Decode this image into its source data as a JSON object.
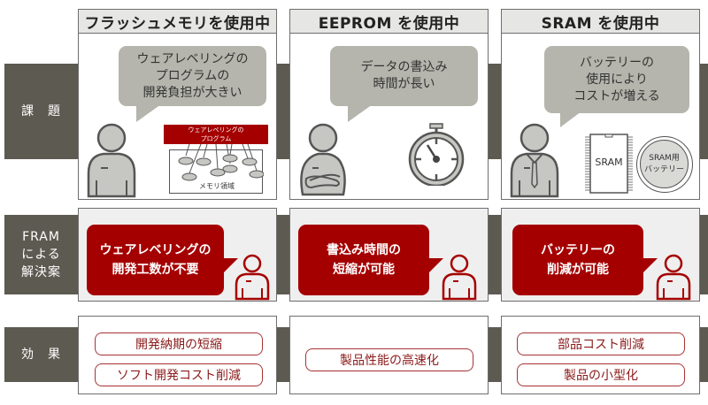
{
  "row_labels": {
    "issues": "課　題",
    "solution": "FRAM\nによる\n解決案",
    "effects": "効　果"
  },
  "columns": [
    {
      "header": "フラッシュメモリを使用中",
      "issue_bubble": "ウェアレベリングの\nプログラムの\n開発負担が大きい",
      "diagram": {
        "program_label_line1": "ウェアレベリングの",
        "program_label_line2": "プログラム",
        "memory_label": "メモリ領域"
      },
      "solution_bubble": "ウェアレベリングの\n開発工数が不要",
      "effects": [
        "開発納期の短縮",
        "ソフト開発コスト削減"
      ]
    },
    {
      "header": "EEPROM を使用中",
      "issue_bubble": "データの書込み\n時間が長い",
      "diagram": {
        "icon": "stopwatch-icon"
      },
      "solution_bubble": "書込み時間の\n短縮が可能",
      "effects": [
        "製品性能の高速化"
      ]
    },
    {
      "header": "SRAM を使用中",
      "issue_bubble": "バッテリーの\n使用により\nコストが増える",
      "diagram": {
        "chip_label": "SRAM",
        "battery_label_line1": "SRAM用",
        "battery_label_line2": "バッテリー"
      },
      "solution_bubble": "バッテリーの\n削減が可能",
      "effects": [
        "部品コスト削減",
        "製品の小型化"
      ]
    }
  ],
  "colors": {
    "band": "#5d5a51",
    "accent_red": "#a50000",
    "bubble_gray": "#b5b5ad",
    "header_bg": "#e6e6e4"
  }
}
